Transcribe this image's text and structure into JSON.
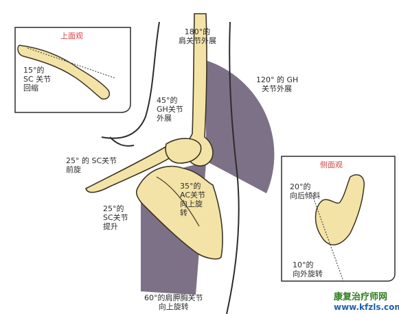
{
  "top_view": {
    "title": "上面观",
    "label_line1": "15°的",
    "label_line2": "SC 关节",
    "label_line3": "回缩"
  },
  "gh_abduction_180": {
    "line1": "180°的",
    "line2": "肩关节外展"
  },
  "gh_abduction_120": {
    "line1": "120° 的 GH",
    "line2": "关节外展"
  },
  "gh_abduction_45": {
    "line1": "45°的",
    "line2": "GH关节",
    "line3": "外展"
  },
  "sc_protraction": {
    "line1": "25° 的 SC关节",
    "line2": "前旋"
  },
  "sc_elevation": {
    "line1": "25°的",
    "line2": "SC关节",
    "line3": "提升"
  },
  "ac_upward_rotation": {
    "line1": "35°的",
    "line2": "AC关节",
    "line3": "向上旋",
    "line4": "转"
  },
  "st_upward_rotation": {
    "line1": "60°的肩胛胸关节",
    "line2": "向上旋转"
  },
  "side_view": {
    "title": "侧面观",
    "tilt_line1": "20°的",
    "tilt_line2": "向后倾斜",
    "rot_line1": "10°的",
    "rot_line2": "向外旋转"
  },
  "watermark": {
    "name": "康复治疗师网",
    "url": "www.kfzls.com"
  },
  "colors": {
    "bone": "#f3e3a6",
    "bone_outline": "#3a3325",
    "arc_fill": "#7d7187",
    "title_red": "#d3444a"
  }
}
